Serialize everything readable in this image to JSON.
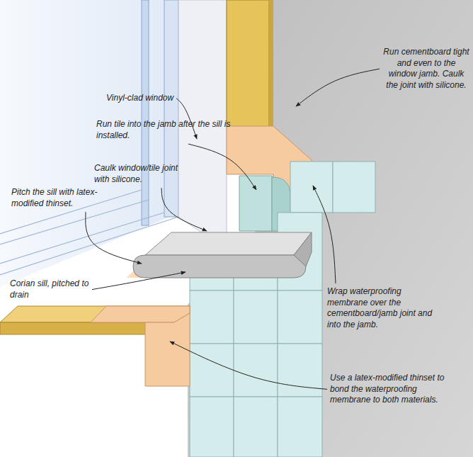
{
  "diagram": {
    "labels": [
      "Run cementboard tight and even to the window jamb. Caulk the joint with silicone.",
      "Vinyl-clad window",
      "Run tile into the jamb after the sill is installed.",
      "Caulk window/tile joint with silicone.",
      "Pitch the sill with latex-modified thinset.",
      "Corian sill, pitched to drain",
      "Wrap waterproofing membrane over the cementboard/jamb joint and into the jamb.",
      "Use a latex-modified thinset to bond the waterproofing membrane to both materials."
    ]
  }
}
